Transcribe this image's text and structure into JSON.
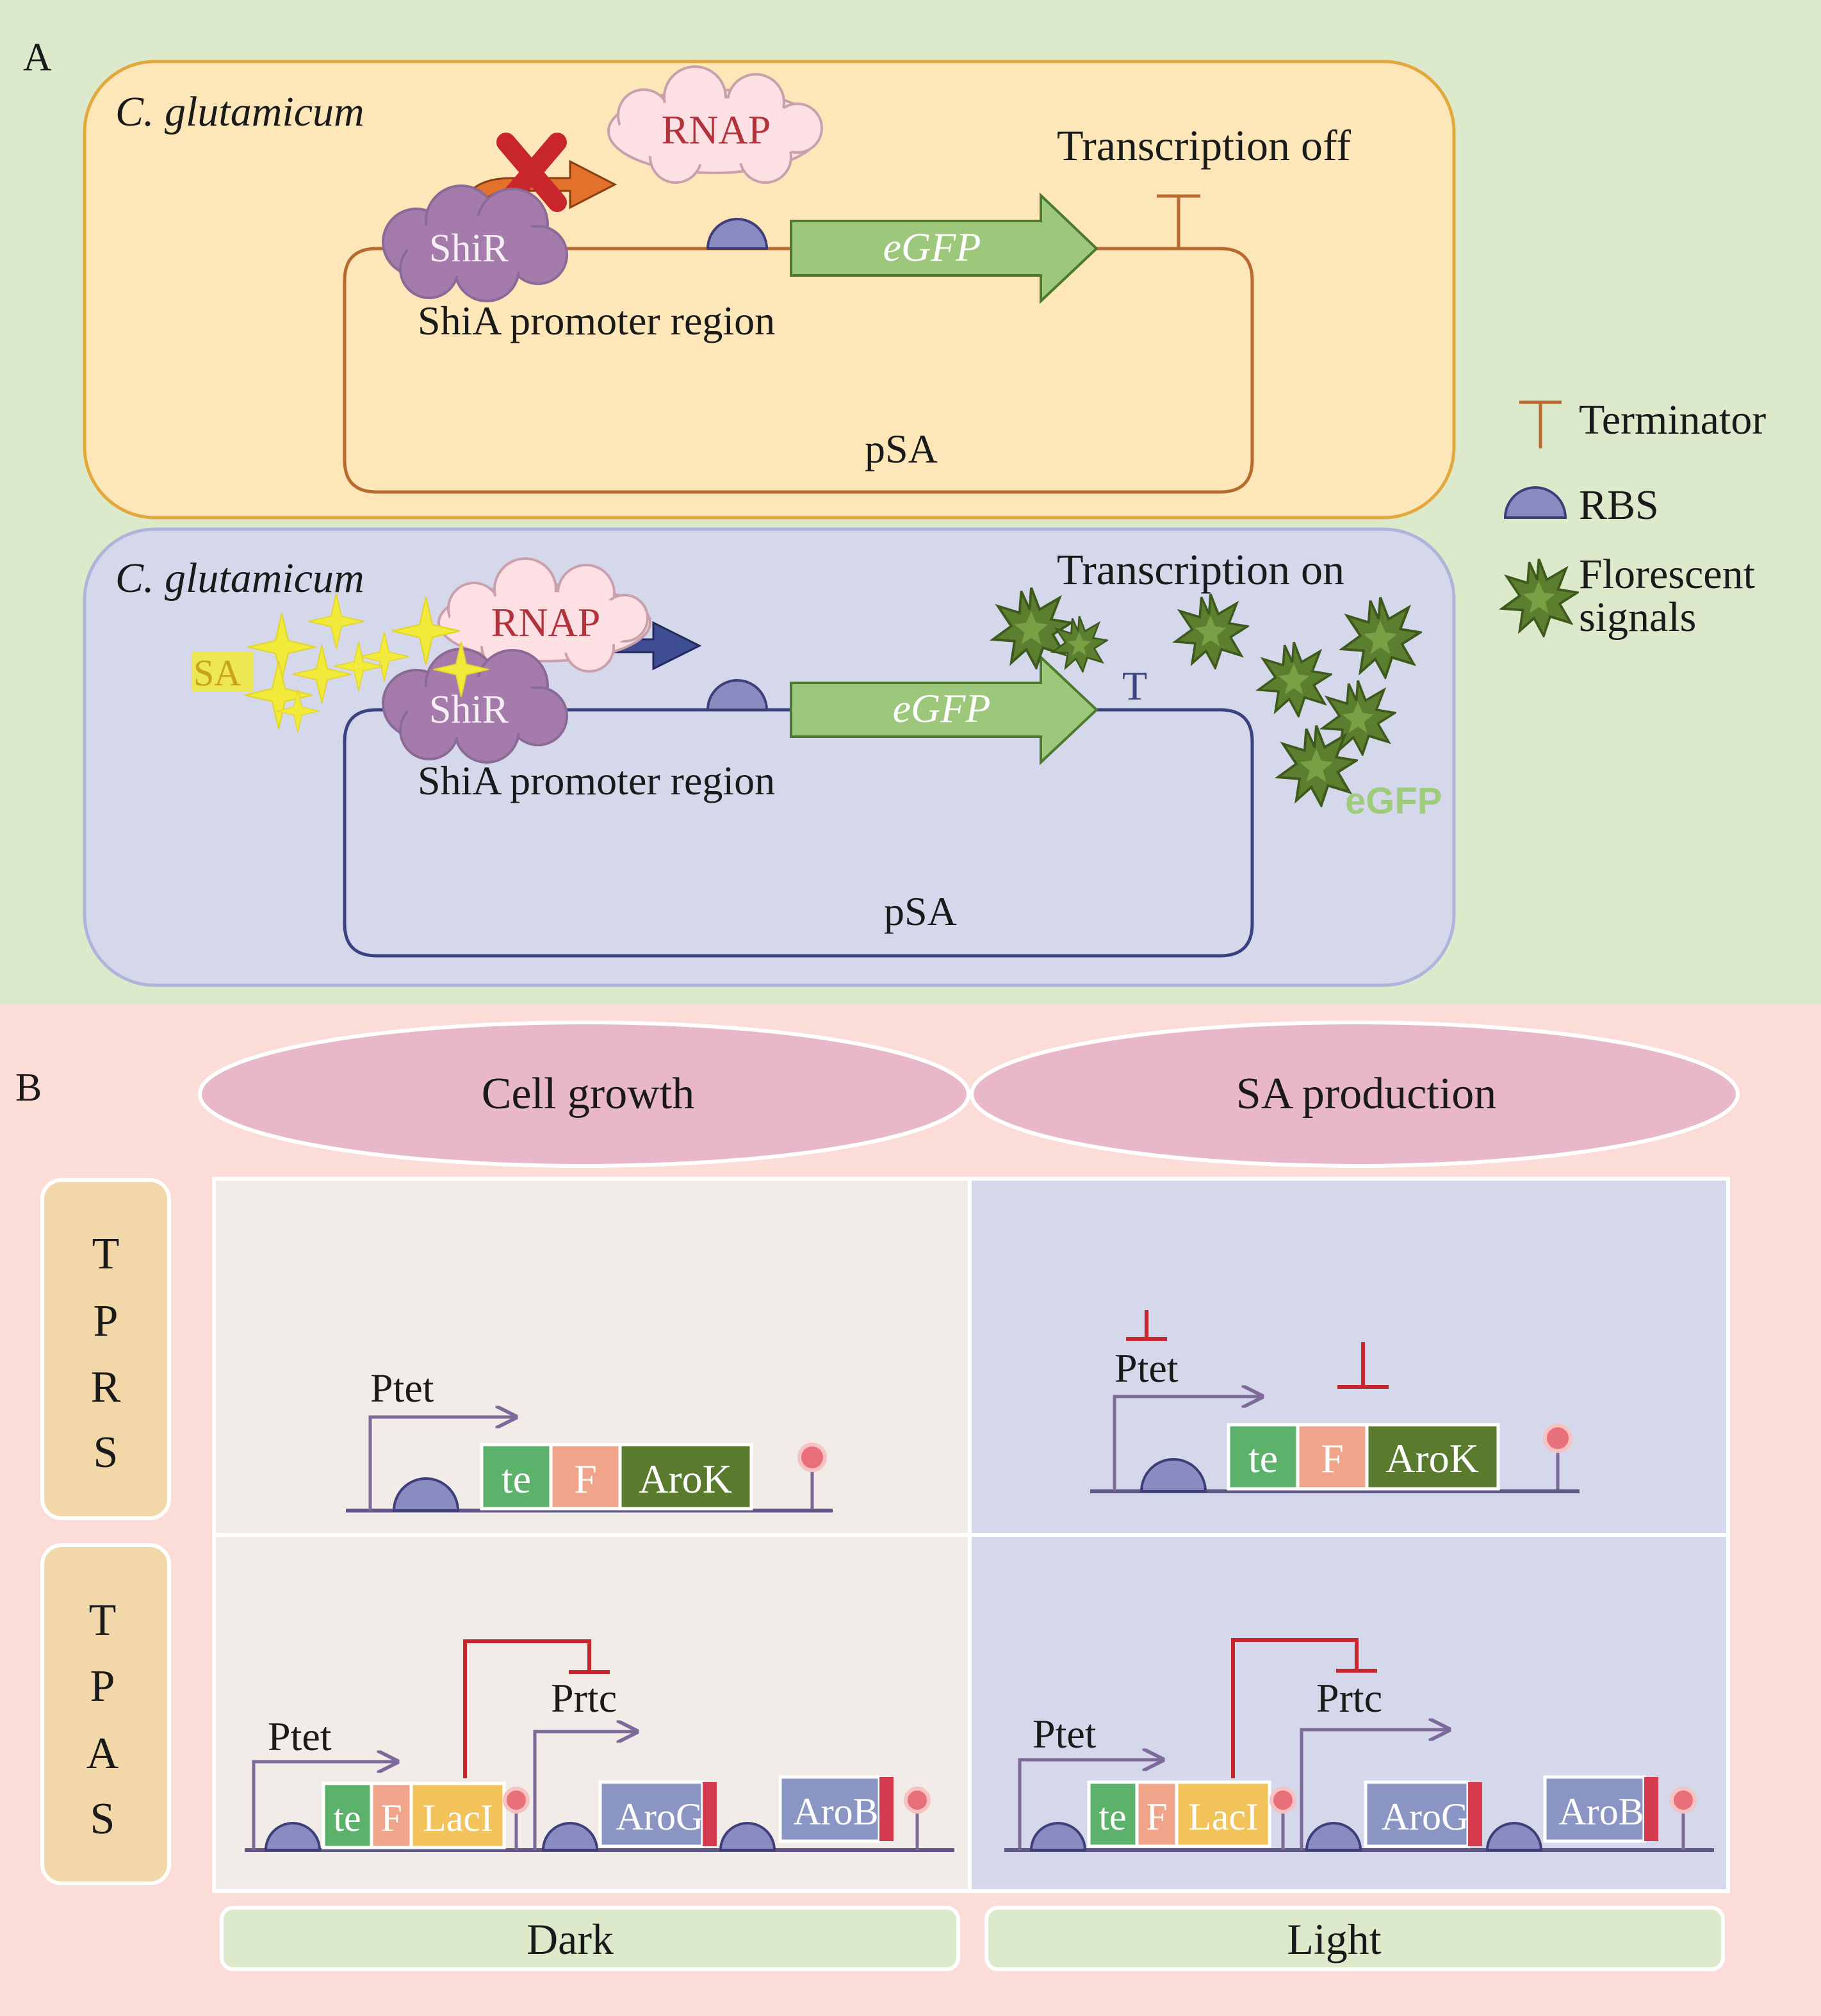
{
  "panel_a": {
    "label": "A",
    "colors": {
      "background": "#dce9cb",
      "off_cell": "#fde6b8",
      "on_cell": "#d5d8ea"
    },
    "off_cell": {
      "organism": "C. glutamicum",
      "rnap": "RNAP",
      "shir": "ShiR",
      "status": "Transcription off",
      "promoter_region": "ShiA promoter region",
      "gene": "eGFP",
      "plasmid": "pSA"
    },
    "on_cell": {
      "organism": "C. glutamicum",
      "sa": "SA",
      "rnap": "RNAP",
      "shir": "ShiR",
      "status": "Transcription on",
      "promoter_region": "ShiA promoter region",
      "gene": "eGFP",
      "terminator_letter": "T",
      "plasmid": "pSA",
      "egfp_tag": "eGFP"
    },
    "legend": {
      "terminator": "Terminator",
      "rbs": "RBS",
      "signals_line1": "Florescent",
      "signals_line2": "signals"
    }
  },
  "panel_b": {
    "label": "B",
    "colors": {
      "background": "#fbdcd6",
      "header": "#e8b7c9",
      "dark_cell": "#f1ece8",
      "light_cell": "#d5d8ea",
      "row_label": "#f2d7a8",
      "footer": "#dce9cb"
    },
    "columns": [
      "Cell growth",
      "SA production"
    ],
    "rows": [
      {
        "letters": [
          "T",
          "P",
          "R",
          "S"
        ]
      },
      {
        "letters": [
          "T",
          "P",
          "A",
          "S"
        ]
      }
    ],
    "footer": [
      "Dark",
      "Light"
    ],
    "tprs": {
      "promoter": "Ptet",
      "genes": [
        "te",
        "F",
        "AroK"
      ]
    },
    "tpas": {
      "promoter1": "Ptet",
      "promoter2": "Prtc",
      "genes1": [
        "te",
        "F",
        "LacI"
      ],
      "genes2": [
        "AroG",
        "AroB"
      ]
    }
  }
}
